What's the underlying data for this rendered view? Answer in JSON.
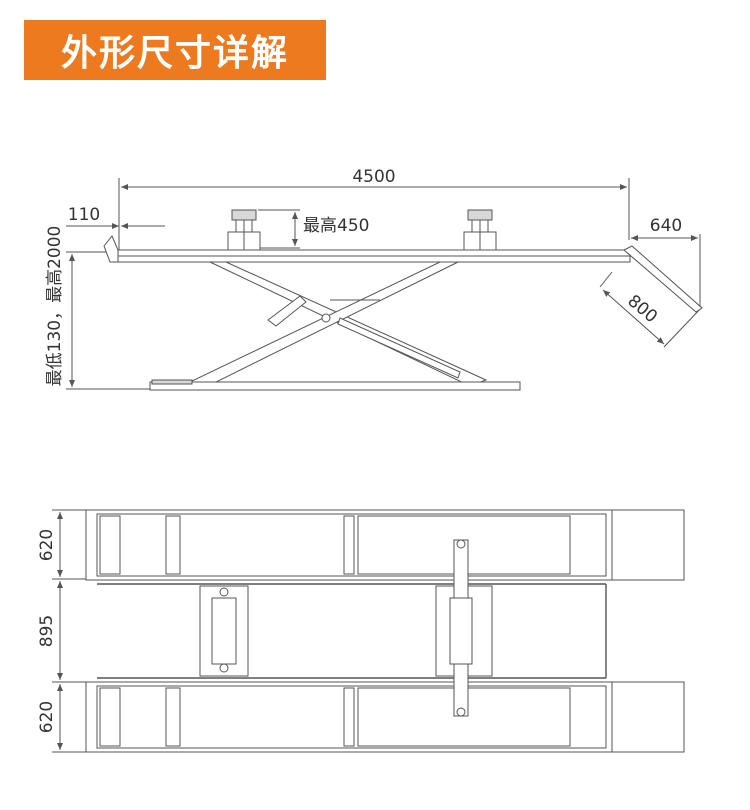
{
  "header": {
    "title": "外形尺寸详解"
  },
  "side_view": {
    "dim_total_length": "4500",
    "dim_small_offset": "110",
    "dim_max_pad_height": "最高450",
    "dim_ramp_horizontal": "640",
    "dim_ramp_length": "800",
    "dim_platform_height": "最低130，最高2000"
  },
  "top_view": {
    "dim_platform_width_top": "620",
    "dim_gap": "895",
    "dim_platform_width_bottom": "620"
  },
  "colors": {
    "accent": "#ee7a1f",
    "line": "#555555"
  }
}
